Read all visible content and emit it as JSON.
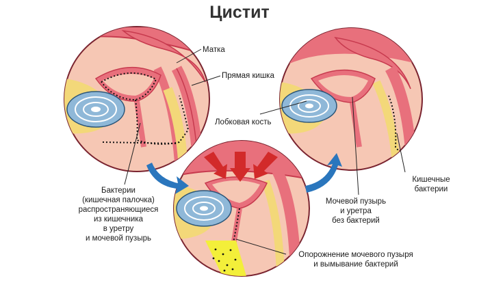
{
  "title": "Цистит",
  "labels": {
    "uterus": "Матка",
    "rectum": "Прямая кишка",
    "pubic_bone": "Лобковая кость",
    "bacteria_source": [
      "Бактерии",
      "(кишечная палочка)",
      "распространяющиеся",
      "из кишечника",
      "в уретру",
      "и мочевой пузырь"
    ],
    "clean_bladder": [
      "Мочевой пузырь",
      "и уретра",
      "без бактерий"
    ],
    "intestinal_bacteria": [
      "Кишечные",
      "бактерии"
    ],
    "emptying": [
      "Опорожнение мочевого пузыря",
      "и вымывание бактерий"
    ]
  },
  "colors": {
    "flesh": "#f6c7b4",
    "muscle": "#e8707c",
    "muscle_dark": "#c73a4e",
    "fat": "#f3d879",
    "bone_blue": "#8fb8d8",
    "arrow_blue": "#2a76bd",
    "arrow_red": "#d22a2a",
    "urine_yellow": "#f3ef3a",
    "outline": "#7a2430"
  }
}
